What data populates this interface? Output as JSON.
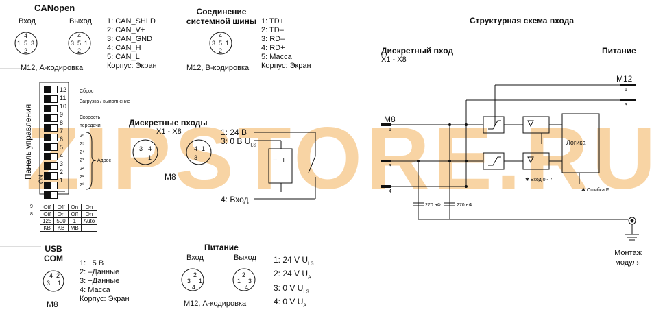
{
  "watermark": "ZIPSTORE.RU",
  "canopen": {
    "title": "CANopen",
    "in_label": "Вход",
    "out_label": "Выход",
    "in_pins": [
      "4",
      "1",
      "5",
      "3",
      "2"
    ],
    "out_pins": [
      "4",
      "3",
      "5",
      "1",
      "2"
    ],
    "coding": "M12, А-кодировка",
    "pinout": [
      "1: CAN_SHLD",
      "2: CAN_V+",
      "3: CAN_GND",
      "4: CAN_H",
      "5: CAN_L",
      "Корпус: Экран"
    ]
  },
  "sysbus": {
    "title_line1": "Соединение",
    "title_line2": "системной шины",
    "pins": [
      "4",
      "3",
      "5",
      "1",
      "2"
    ],
    "coding": "M12, B-кодировка",
    "pinout": [
      "1: TD+",
      "2: TD–",
      "3: RD–",
      "4: RD+",
      "5: Масса",
      "Корпус: Экран"
    ]
  },
  "panel": {
    "vertical_label": "Панель управления",
    "reset": "Сброс",
    "load": "Загрузка / выполнение",
    "speed_line1": "Скорость",
    "speed_line2": "передачи",
    "address": "Адрес",
    "pos_top": [
      "12",
      "11",
      "10",
      "9",
      "8",
      "7",
      "6",
      "5",
      "4",
      "3",
      "2",
      "1"
    ],
    "pow": [
      "2⁶",
      "2⁵",
      "2⁴",
      "2³",
      "2²",
      "2¹",
      "2⁰"
    ],
    "on_label": "ON",
    "row_labels": [
      "9",
      "8"
    ],
    "table": [
      [
        "Off",
        "Off",
        "On",
        "On"
      ],
      [
        "Off",
        "On",
        "Off",
        "On"
      ],
      [
        "125",
        "500",
        "1",
        "Auto"
      ],
      [
        "KB",
        "KB",
        "MB",
        ""
      ]
    ]
  },
  "discrete_inputs": {
    "title": "Дискретные входы",
    "range": "X1 - X8",
    "left_pins": [
      "3",
      "4",
      "1"
    ],
    "right_pins": [
      "4",
      "1",
      "3"
    ],
    "conn": "M8",
    "p1": "1: 24 В",
    "p3": "3: 0 В U",
    "p3_sub": "LS",
    "p4": "4: Вход"
  },
  "usb": {
    "title_line1": "USB",
    "title_line2": "COM",
    "pins": [
      "4",
      "2",
      "3",
      "1"
    ],
    "conn": "M8",
    "pinout": [
      "1: +5 В",
      "2: –Данные",
      "3: +Данные",
      "4: Масса",
      "Корпус: Экран"
    ]
  },
  "power": {
    "title": "Питание",
    "in_label": "Вход",
    "out_label": "Выход",
    "in_pins": [
      "2",
      "3",
      "1",
      "4"
    ],
    "out_pins": [
      "2",
      "1",
      "3",
      "4"
    ],
    "coding": "M12, А-кодировка",
    "pinout": [
      {
        "text": "1: 24 V U",
        "sub": "LS"
      },
      {
        "text": "2: 24 V U",
        "sub": "A"
      },
      {
        "text": "3: 0 V U",
        "sub": "LS"
      },
      {
        "text": "4: 0 V U",
        "sub": "A"
      }
    ]
  },
  "block": {
    "title": "Структурная схема входа",
    "discrete_title": "Дискретный вход",
    "discrete_range": "X1 - X8",
    "power_title": "Питание",
    "m12": "M12",
    "m12_pins": [
      "1",
      "3"
    ],
    "m8": "M8",
    "m8_pins": [
      "1",
      "3",
      "4"
    ],
    "logic": "Логика",
    "input_led": "Вход 0 - 7",
    "error_led": "Ошибка F",
    "cap1": "270 нФ",
    "cap2": "270 нФ",
    "mount_line1": "Монтаж",
    "mount_line2": "модуля"
  }
}
